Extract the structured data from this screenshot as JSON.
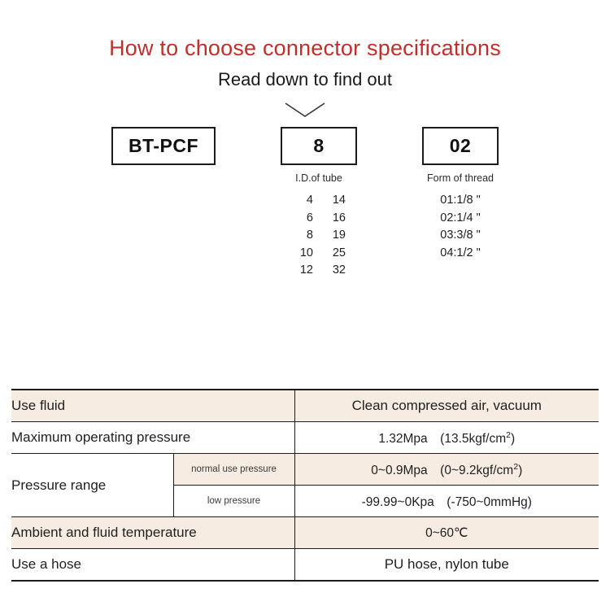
{
  "header": {
    "title": "How to choose connector specifications",
    "subtitle": "Read down to find out",
    "title_color": "#c0302b",
    "chevron_icon": "chevron-down-icon"
  },
  "code_breakdown": {
    "columns": [
      {
        "key": "series",
        "box_value": "BT-PCF",
        "caption": "",
        "values": []
      },
      {
        "key": "inner_diameter",
        "box_value": "8",
        "caption": "I.D.of tube",
        "values": [
          {
            "left": "4",
            "right": "14"
          },
          {
            "left": "6",
            "right": "16"
          },
          {
            "left": "8",
            "right": "19"
          },
          {
            "left": "10",
            "right": "25"
          },
          {
            "left": "12",
            "right": "32"
          }
        ]
      },
      {
        "key": "thread_form",
        "box_value": "02",
        "caption": "Form of thread",
        "values": [
          "01:1/8 \"",
          "02:1/4 \"",
          "03:3/8 \"",
          "04:1/2 \""
        ]
      }
    ]
  },
  "spec_table": {
    "rows": [
      {
        "label": "Use fluid",
        "sub": null,
        "value": "Clean compressed air, vacuum",
        "tint": true
      },
      {
        "label": "Maximum operating pressure",
        "sub": null,
        "value_html": "1.32Mpa　(13.5kgf/cm<sup>2</sup>)",
        "value": "1.32Mpa (13.5kgf/cm2)",
        "tint": false
      },
      {
        "label": "Pressure range",
        "sub": "normal use pressure",
        "value_html": "0~0.9Mpa　(0~9.2kgf/cm<sup>2</sup>)",
        "value": "0~0.9Mpa (0~9.2kgf/cm2)",
        "tint": true
      },
      {
        "label": "",
        "sub": "low pressure",
        "value": "-99.99~0Kpa　(-750~0mmHg)",
        "tint": false
      },
      {
        "label": "Ambient and fluid temperature",
        "sub": null,
        "value": "0~60℃",
        "tint": true
      },
      {
        "label": "Use a hose",
        "sub": null,
        "value": "PU hose, nylon tube",
        "tint": false
      }
    ]
  },
  "colors": {
    "accent_red": "#c0302b",
    "row_tint": "#f6ece2",
    "border": "#1c1c1c"
  }
}
